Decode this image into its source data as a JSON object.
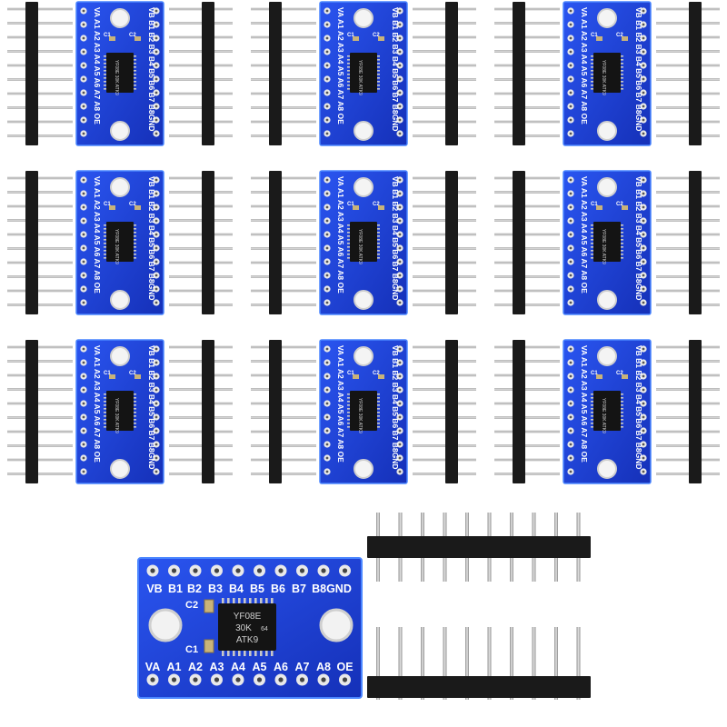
{
  "product": {
    "top_labels": [
      "VB",
      "B1",
      "B2",
      "B3",
      "B4",
      "B5",
      "B6",
      "B7",
      "B8GND"
    ],
    "bottom_labels": [
      "VA",
      "A1",
      "A2",
      "A3",
      "A4",
      "A5",
      "A6",
      "A7",
      "A8",
      "OE"
    ],
    "capacitor_labels": [
      "C2",
      "C1"
    ],
    "chip_marking": [
      "YF08E",
      "30K",
      "64",
      "ATK9"
    ],
    "board_count": 9,
    "header_pins_per_strip": 10,
    "colors": {
      "pcb": "#1f3fd6",
      "pcb_edge": "#5aa0ff",
      "chip": "#141414",
      "pad": "#e9e9e9",
      "header_plastic": "#1a1a1a",
      "pin_metal": "#b8b8b8"
    }
  }
}
